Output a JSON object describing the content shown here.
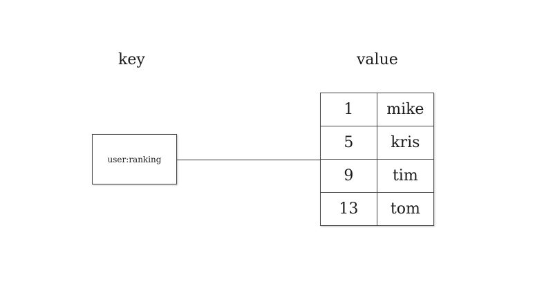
{
  "diagram": {
    "key_heading": "key",
    "value_heading": "value",
    "key_name": "user:ranking",
    "rows": [
      {
        "score": "1",
        "member": "mike"
      },
      {
        "score": "5",
        "member": "kris"
      },
      {
        "score": "9",
        "member": "tim"
      },
      {
        "score": "13",
        "member": "tom"
      }
    ]
  }
}
